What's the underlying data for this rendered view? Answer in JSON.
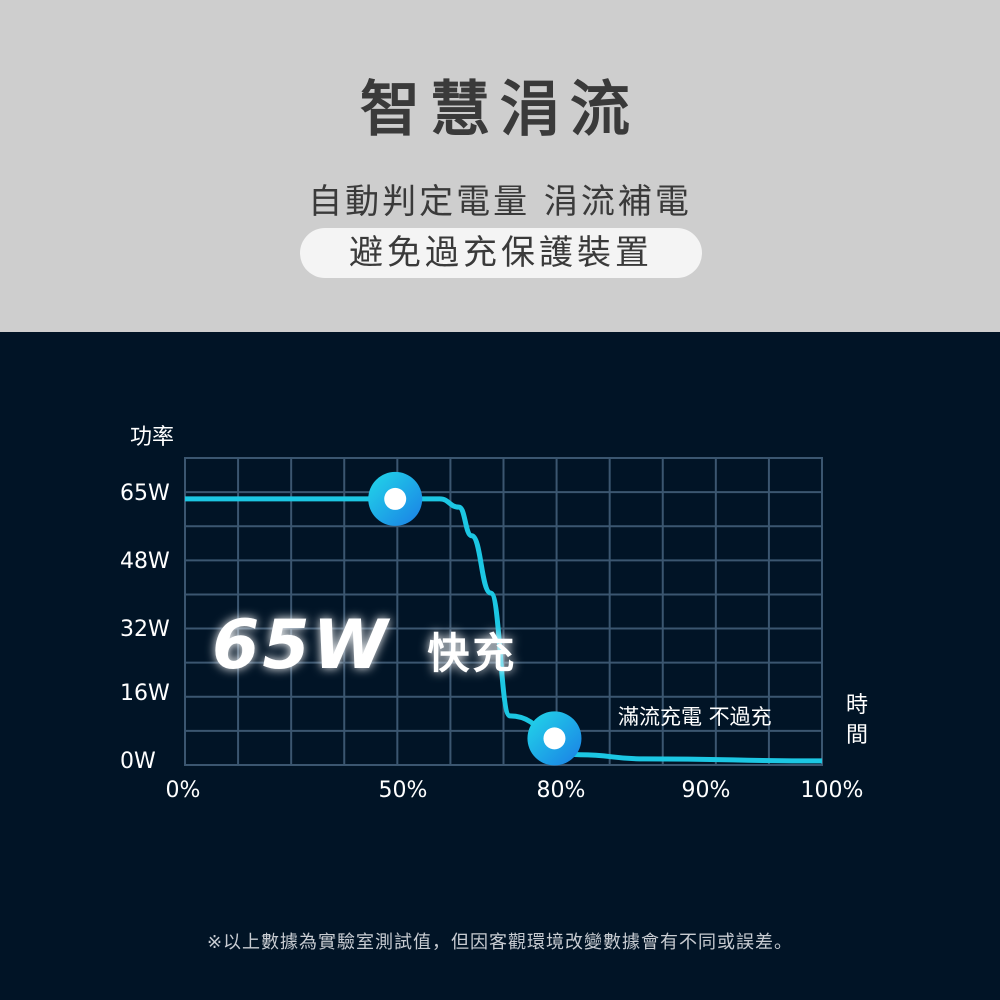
{
  "header": {
    "title": "智慧涓流",
    "subtitle": "自動判定電量 涓流補電",
    "pill": "避免過充保護裝置"
  },
  "chart_data": {
    "type": "line",
    "ylabel": "功率",
    "xlabel": "時間",
    "x_ticks": [
      "0%",
      "50%",
      "80%",
      "90%",
      "100%"
    ],
    "y_ticks": [
      "65W",
      "48W",
      "32W",
      "16W",
      "0W"
    ],
    "series": [
      {
        "x": [
          0,
          33,
          40,
          43,
          45,
          48,
          51,
          62,
          72,
          100
        ],
        "y": [
          65,
          65,
          65,
          63,
          56,
          42,
          12,
          2.5,
          1.5,
          1
        ]
      }
    ],
    "markers": [
      {
        "x": 33,
        "y": 65
      },
      {
        "x": 58,
        "y": 6.5
      }
    ],
    "annotations": {
      "fast": "65W",
      "fast_suffix": "快充",
      "full": "滿流充電 不過充"
    },
    "xlim": [
      0,
      100
    ],
    "ylim": [
      0,
      75
    ],
    "grid": true
  },
  "footnote": "※以上數據為實驗室測試值，但因客觀環境改變數據會有不同或誤差。",
  "colors": {
    "background": "#011426",
    "top": "#cecece",
    "grid": "#3b5670",
    "line": "#1cc7e3",
    "text": "#ffffff"
  }
}
